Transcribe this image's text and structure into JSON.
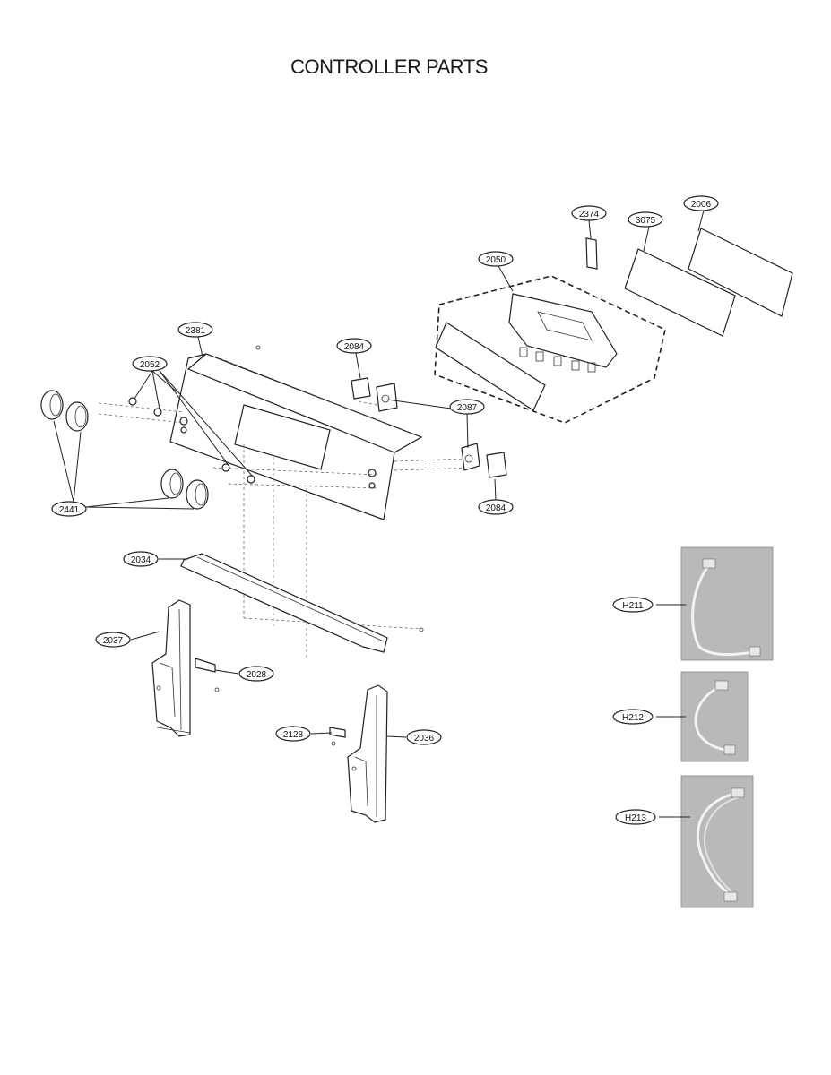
{
  "title": "CONTROLLER PARTS",
  "labels": {
    "p2374": "2374",
    "p3075": "3075",
    "p2006": "2006",
    "p2050": "2050",
    "p2381": "2381",
    "p2084a": "2084",
    "p2052": "2052",
    "p2087": "2087",
    "p2441": "2441",
    "p2084b": "2084",
    "p2034": "2034",
    "p2037": "2037",
    "p2028": "2028",
    "p2128": "2128",
    "p2036": "2036",
    "h211": "H211",
    "h212": "H212",
    "h213": "H213"
  }
}
